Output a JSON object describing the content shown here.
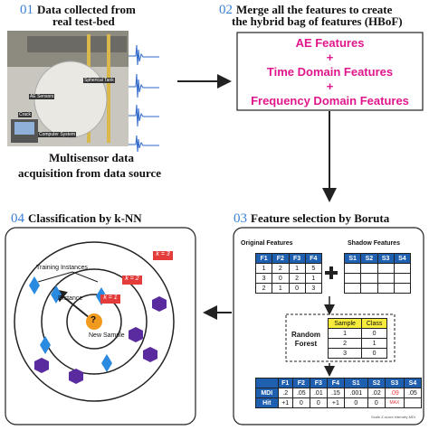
{
  "steps": {
    "s1": {
      "num": "01",
      "title_l1": "Data collected from",
      "title_l2": "real test-bed",
      "caption_l1": "Multisensor data",
      "caption_l2": "acquisition from data source"
    },
    "s2": {
      "num": "02",
      "title_l1": "Merge all the features to create",
      "title_l2": "the hybrid bag of features (HBoF)"
    },
    "s3": {
      "num": "03",
      "title": "Feature selection by Boruta"
    },
    "s4": {
      "num": "04",
      "title": "Classification by k-NN"
    }
  },
  "photo_labels": {
    "ae": "AE Sensors",
    "tank": "Spherical Tank",
    "crack": "Crack",
    "computer": "Computer System"
  },
  "features": {
    "ae": "AE Features",
    "plus1": "+",
    "time": "Time Domain Features",
    "plus2": "+",
    "freq": "Frequency Domain Features"
  },
  "knn": {
    "training": "Training Instances",
    "distance": "Distance",
    "new_sample": "New Sample",
    "question": "?",
    "k1": "k = 1",
    "k2": "k = 2",
    "k3": "k = 3"
  },
  "boruta": {
    "original_label": "Original Features",
    "shadow_label": "Shadow Features",
    "orig_headers": [
      "F1",
      "F2",
      "F3",
      "F4"
    ],
    "orig_rows": [
      [
        "1",
        "2",
        "1",
        "5"
      ],
      [
        "3",
        "0",
        "2",
        "1"
      ],
      [
        "2",
        "1",
        "0",
        "3"
      ]
    ],
    "shadow_headers": [
      "S1",
      "S2",
      "S3",
      "S4"
    ],
    "shadow_rows": [
      [
        "",
        "",
        "",
        ""
      ],
      [
        "",
        "",
        "",
        ""
      ],
      [
        "",
        "",
        "",
        ""
      ]
    ],
    "random_forest_l1": "Random",
    "random_forest_l2": "Forest",
    "sample_headers": [
      "Sample",
      "Class"
    ],
    "sample_rows": [
      [
        "1",
        "0"
      ],
      [
        "2",
        "1"
      ],
      [
        "3",
        "0"
      ]
    ],
    "bottom_headers": [
      "",
      "F1",
      "F2",
      "F3",
      "F4",
      "S1",
      "S2",
      "S3",
      "S4"
    ],
    "mdi_row": [
      "MDI",
      ".2",
      ".05",
      ".01",
      ".15",
      ".001",
      ".02",
      ".09",
      ".05"
    ],
    "hit_row": [
      "Hit",
      "+1",
      "0",
      "0",
      "+1",
      "0",
      "0",
      "",
      ""
    ],
    "max_label": "MAX",
    "footnote": "Scale Z-score intensity MDI"
  },
  "colors": {
    "accent": "#3a7fd5",
    "magenta": "#e0178c",
    "blue_hdr": "#1f5fb0",
    "yellow": "#f7ec3c",
    "red_tag": "#e43b3b"
  }
}
